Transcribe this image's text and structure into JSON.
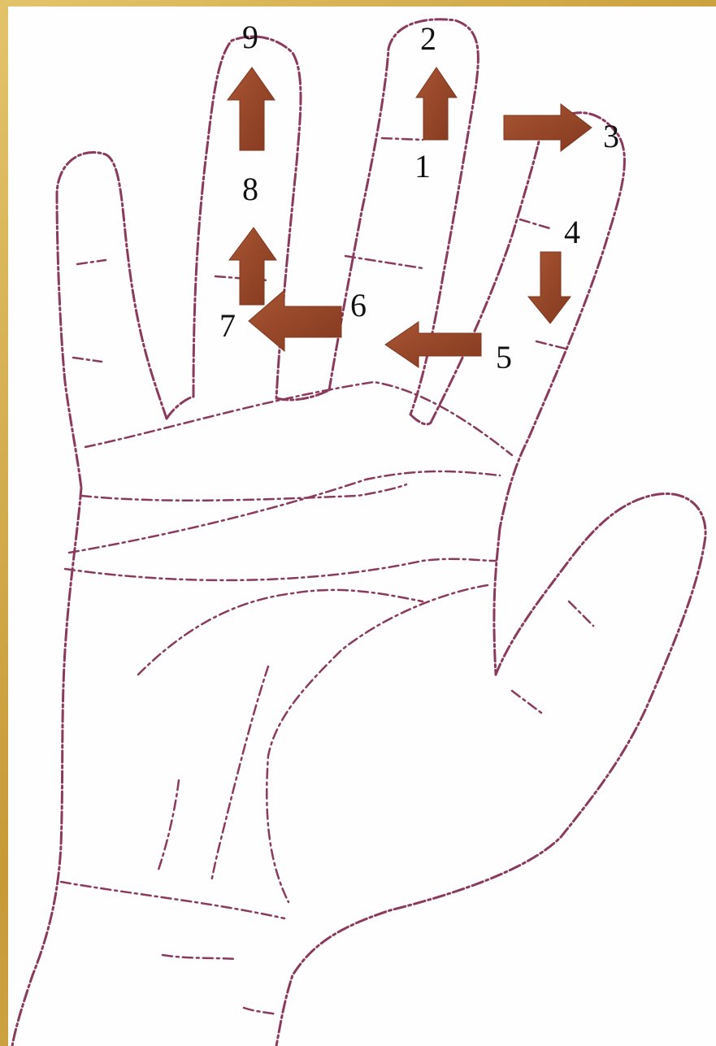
{
  "diagram": {
    "steps": [
      "1",
      "2",
      "3",
      "4",
      "5",
      "6",
      "7",
      "8",
      "9"
    ],
    "colors": {
      "outline": "#8a3a5c",
      "arrow": "#9c4a2c",
      "arrow_dark": "#7f3620",
      "frame": "#c9a44a",
      "background": "#fffefe"
    }
  }
}
